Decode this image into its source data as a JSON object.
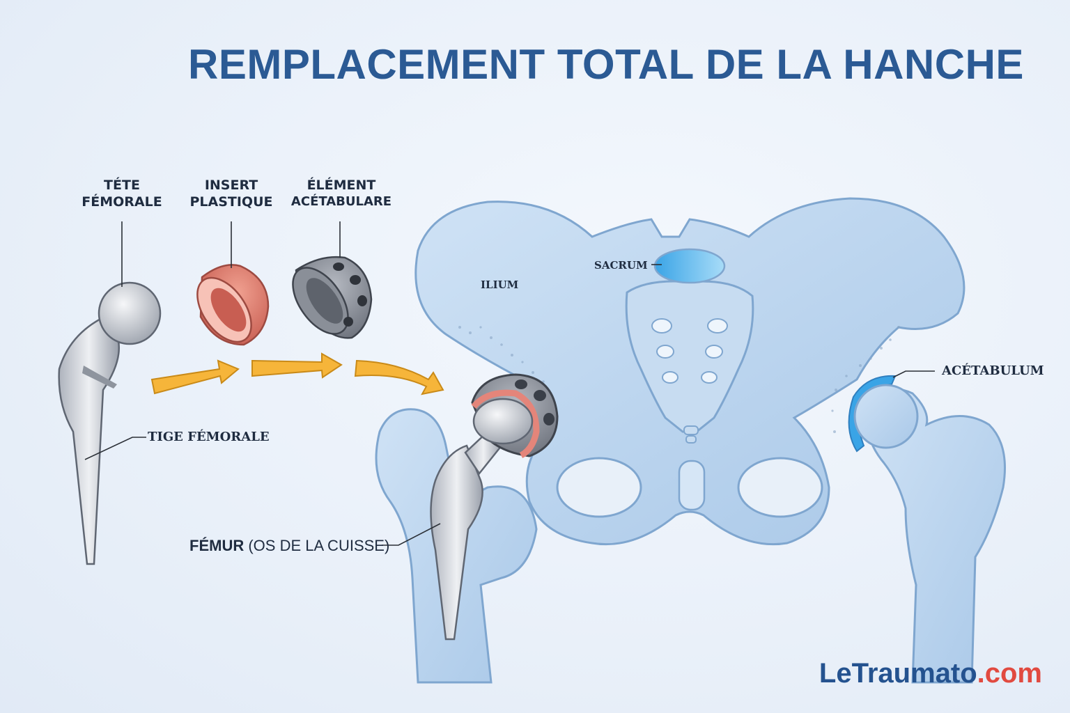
{
  "title": "REMPLACEMENT TOTAL DE LA HANCHE",
  "components": {
    "tete_femorale": [
      "TÉTE",
      "FÉMORALE"
    ],
    "insert_plastique": [
      "INSERT",
      "PLASTIQUE"
    ],
    "element_acetabulaire": [
      "ÉLÉMENT",
      "ACÉTABULARE"
    ],
    "tige_femorale": "TIGE FÉMORALE"
  },
  "anatomy": {
    "ilium": "ILIUM",
    "sacrum": "SACRUM",
    "acetabulum": "ACÉTABULUM",
    "femur_bold": "FÉMUR",
    "femur_light": "(OS DE LA CUISSE)"
  },
  "logo": {
    "part1": "LeTraumato",
    "part2": ".com"
  },
  "colors": {
    "title": "#2b5a94",
    "bone": "#b9d4ee",
    "bone_outline": "#7fa6cf",
    "metal": "#c9ccd3",
    "plastic": "#e4857a",
    "arrow": "#f6b53a",
    "cartilage": "#6fc3ef",
    "logo_blue": "#24528f",
    "logo_red": "#e14a40"
  }
}
